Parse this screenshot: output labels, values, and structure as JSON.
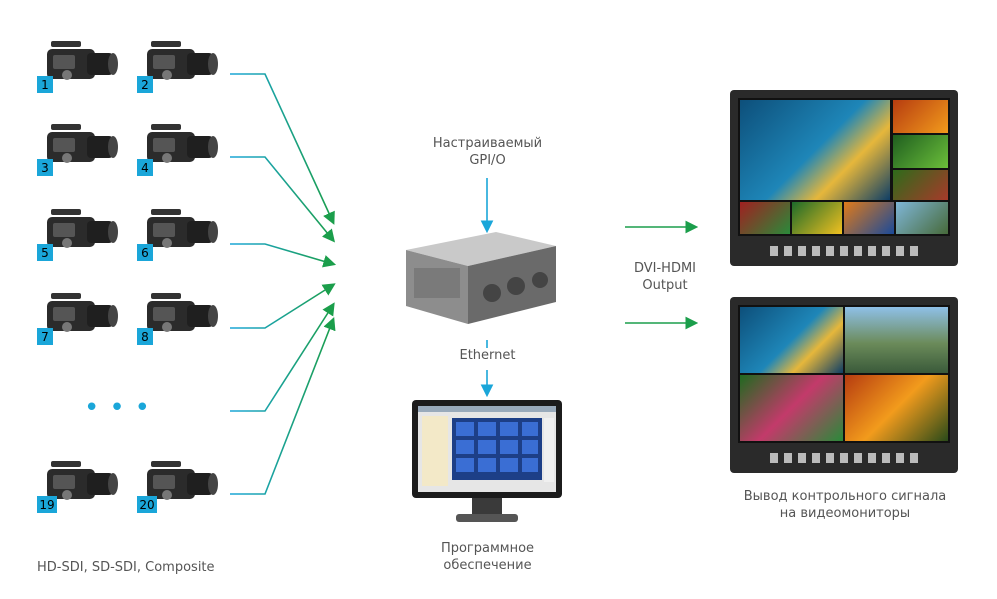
{
  "cameras": [
    {
      "label": "1"
    },
    {
      "label": "2"
    },
    {
      "label": "3"
    },
    {
      "label": "4"
    },
    {
      "label": "5"
    },
    {
      "label": "6"
    },
    {
      "label": "7"
    },
    {
      "label": "8"
    },
    {
      "label": "19"
    },
    {
      "label": "20"
    }
  ],
  "inputs_caption": "HD-SDI, SD-SDI, Composite",
  "gpio_caption_line1": "Настраиваемый",
  "gpio_caption_line2": "GPI/O",
  "ethernet_caption": "Ethernet",
  "output_caption_line1": "DVI-HDMI",
  "output_caption_line2": "Output",
  "software_caption_line1": "Программное",
  "software_caption_line2": "обеспечение",
  "monitor_caption_line1": "Вывод контрольного сигнала",
  "monitor_caption_line2": "на видеомониторы",
  "colors": {
    "accent_blue": "#1aa6d9",
    "arrow_green": "#1b9e4b"
  }
}
